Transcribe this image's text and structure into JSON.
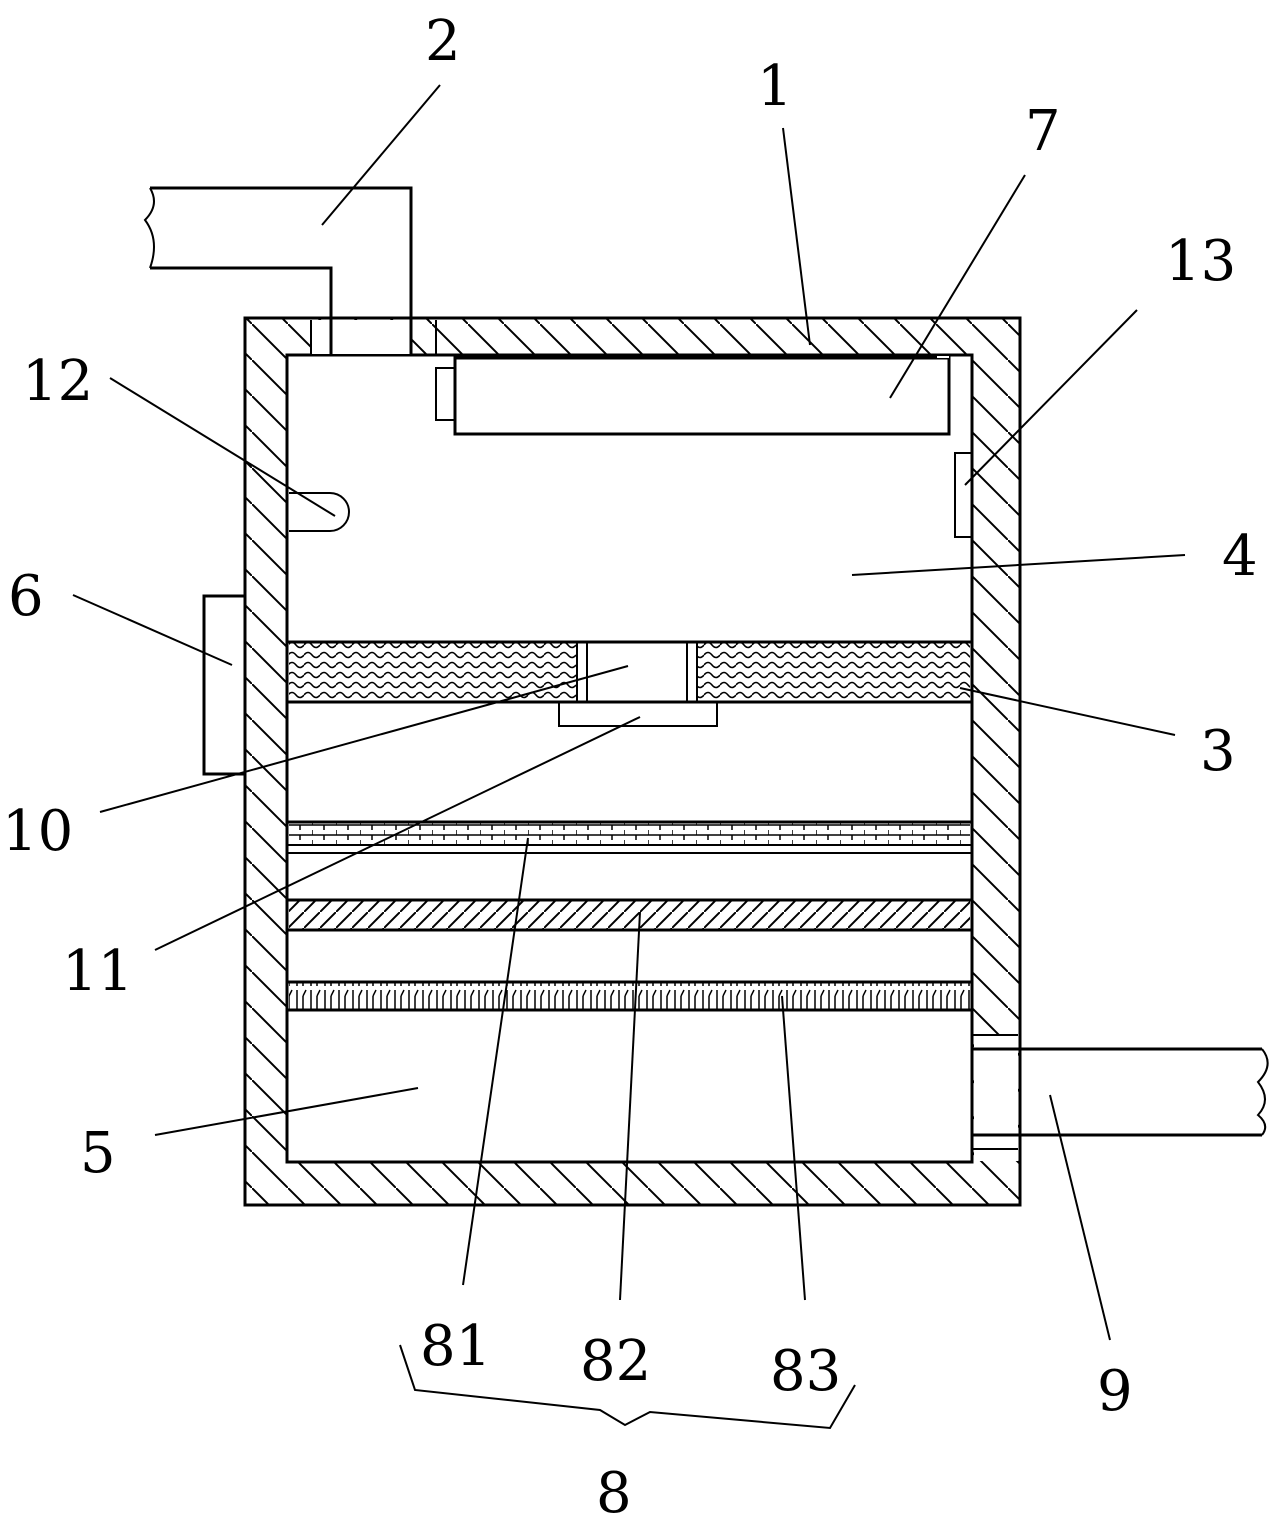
{
  "labels": {
    "l1": "1",
    "l2": "2",
    "l3": "3",
    "l4": "4",
    "l5": "5",
    "l6": "6",
    "l7": "7",
    "l8": "8",
    "l9": "9",
    "l10": "10",
    "l11": "11",
    "l12": "12",
    "l13": "13",
    "l81": "81",
    "l82": "82",
    "l83": "83"
  }
}
